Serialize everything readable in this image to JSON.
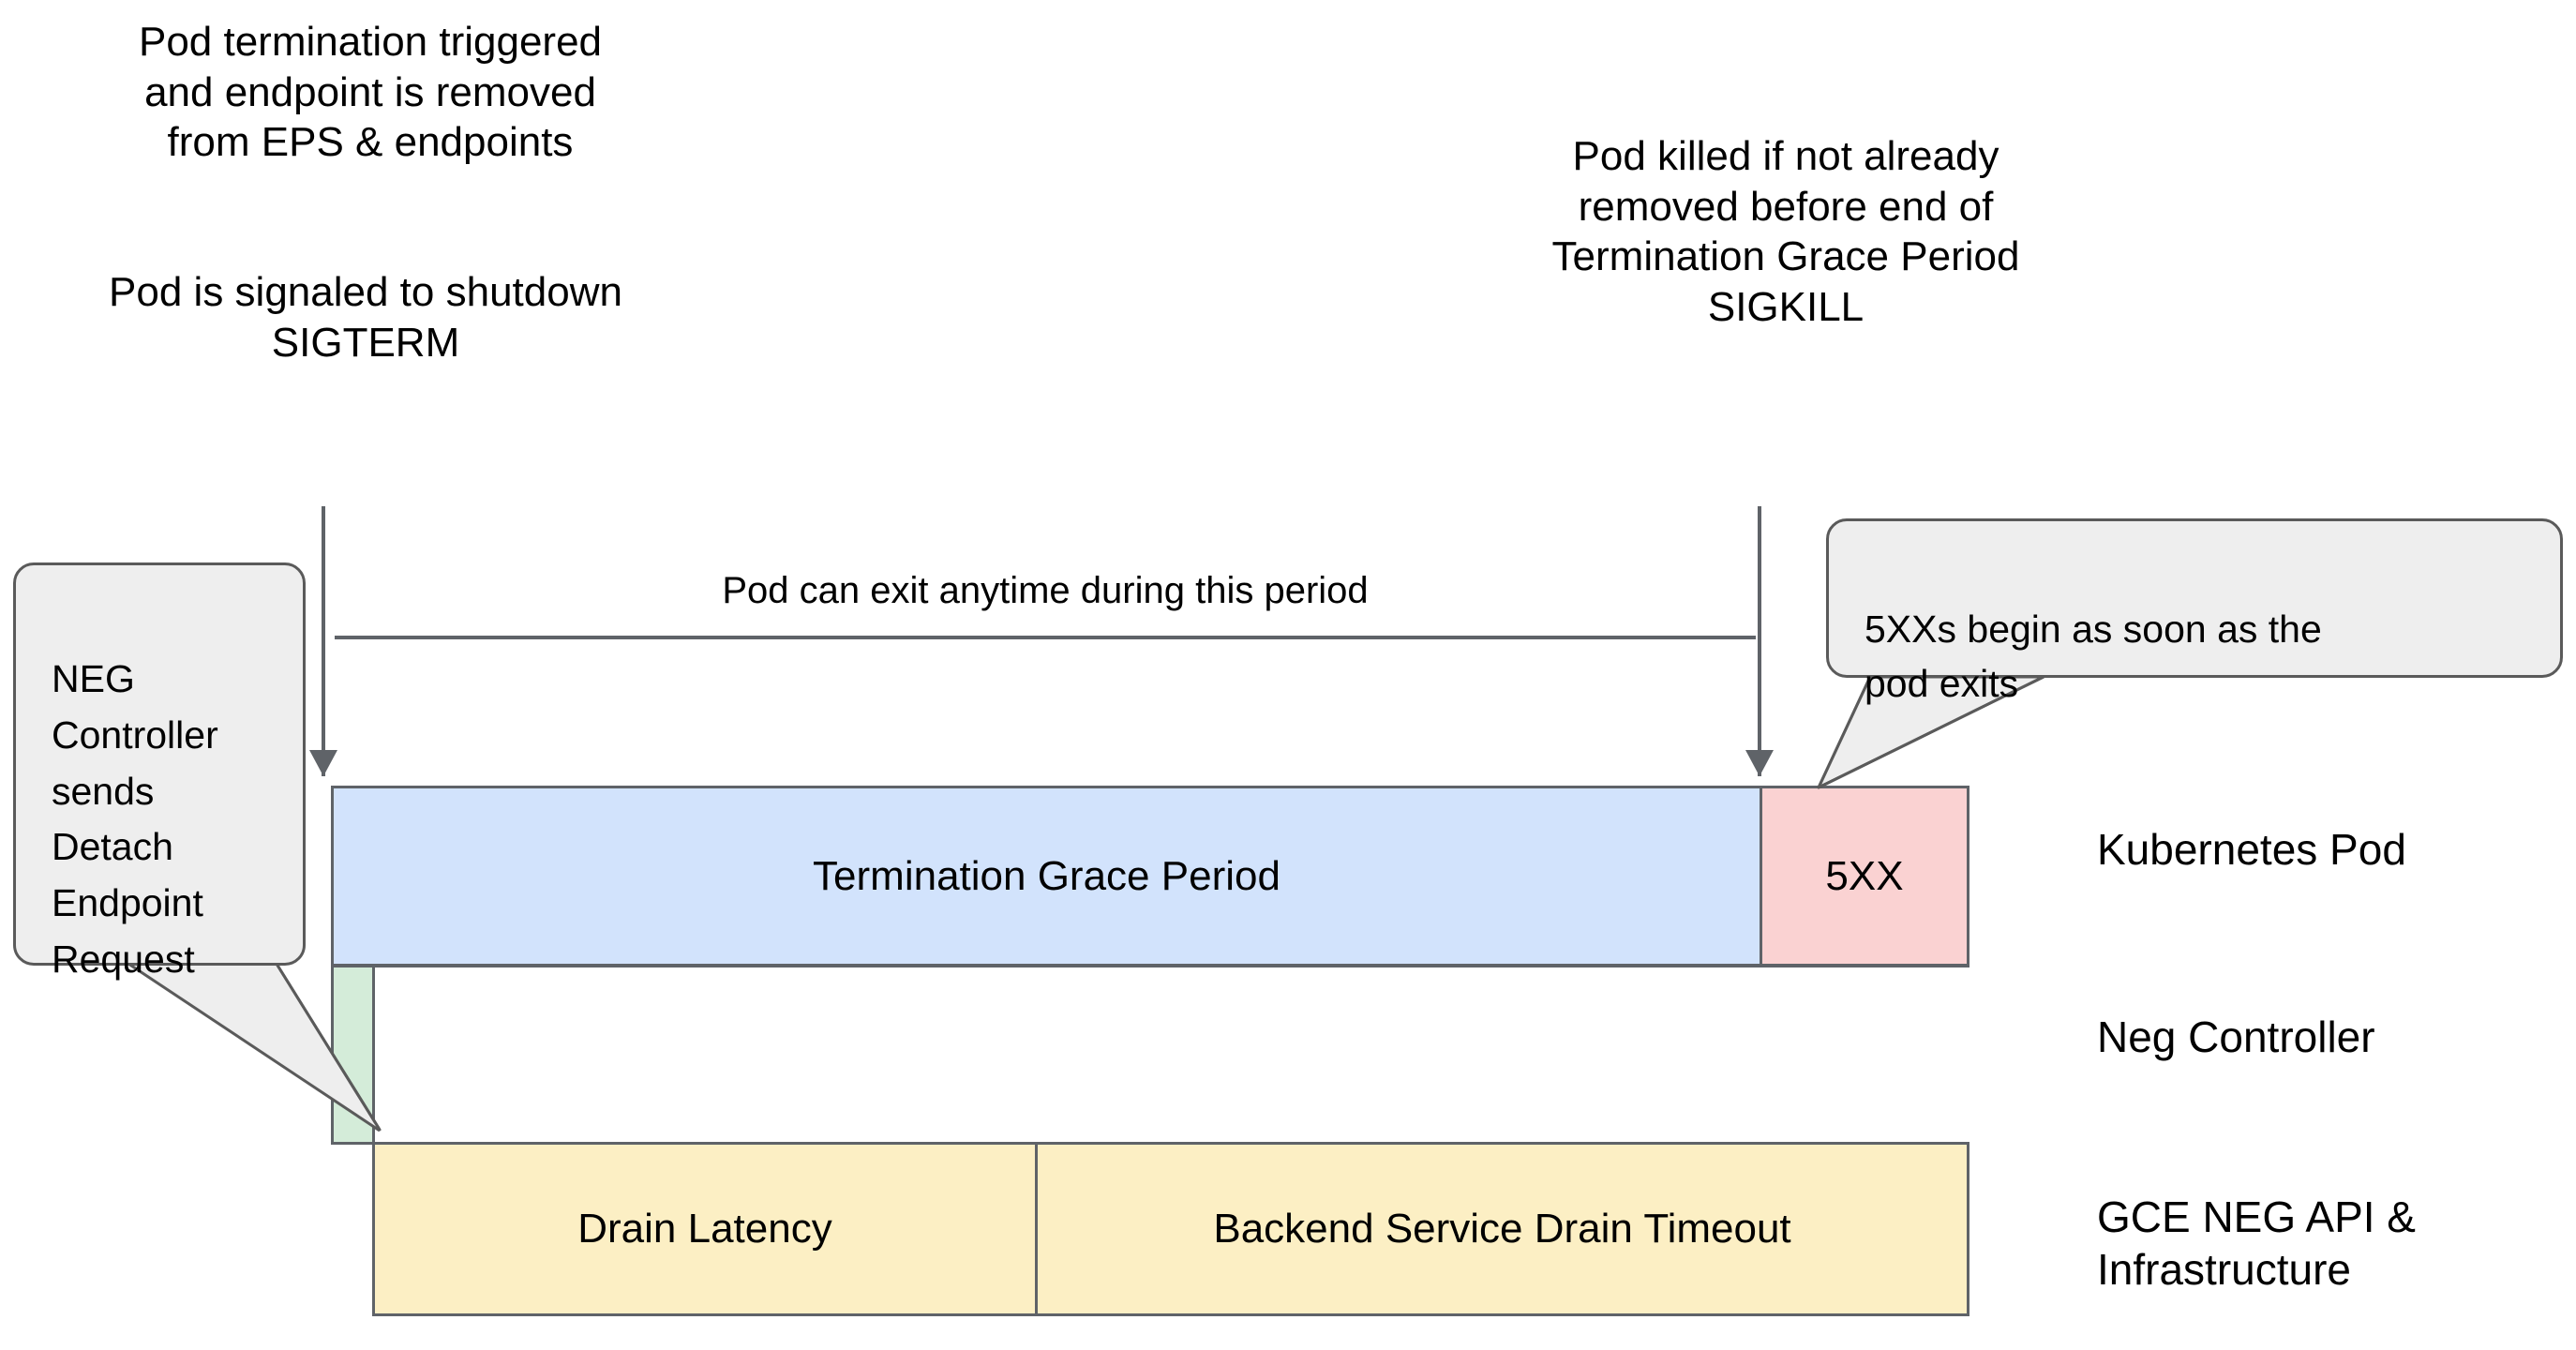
{
  "diagram": {
    "title": "Kubernetes Pod termination and NEG drain timeline",
    "colors": {
      "termination_grace_period": "#d2e3fc",
      "error_5xx": "#fad2d2",
      "neg_detach": "#d4ecd9",
      "drain": "#fcefc4",
      "stroke": "#5f6368",
      "bubble_fill": "#eeeeee",
      "bubble_stroke": "#5a5a5a"
    }
  },
  "annotations": {
    "pod_termination_triggered": "Pod termination triggered\nand endpoint is removed\nfrom EPS & endpoints",
    "pod_signaled_shutdown": "Pod is signaled to shutdown\nSIGTERM",
    "pod_killed": "Pod killed if not already\nremoved before end of\nTermination Grace Period\nSIGKILL"
  },
  "callouts": {
    "neg_controller": "NEG\nController\nsends\nDetach\nEndpoint\nRequest",
    "five_xx": "5XXs begin as soon as the\npod exits"
  },
  "timeline": {
    "pod_exit_label": "Pod can exit anytime during this period"
  },
  "bars": {
    "termination_grace_period": "Termination Grace Period",
    "five_xx": "5XX",
    "neg_detach": "",
    "drain_latency": "Drain Latency",
    "backend_service_drain_timeout": "Backend Service Drain Timeout"
  },
  "row_labels": {
    "kubernetes_pod": "Kubernetes Pod",
    "neg_controller": "Neg Controller",
    "gce_neg_api": "GCE NEG API &\nInfrastructure"
  }
}
